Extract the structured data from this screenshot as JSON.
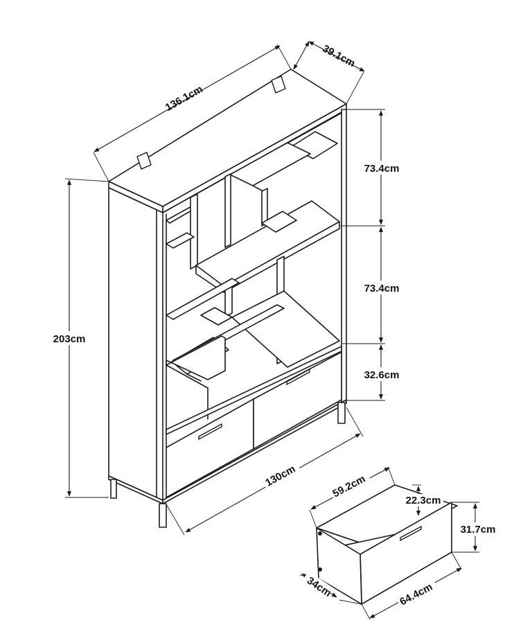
{
  "dimensions": {
    "width_top": "136.1cm",
    "depth_top": "39.1cm",
    "height_total": "203cm",
    "section_upper": "73.4cm",
    "section_middle": "73.4cm",
    "section_lower": "32.6cm",
    "width_base": "130cm",
    "drawer_inner_width": "59.2cm",
    "drawer_inner_height": "22.3cm",
    "drawer_front_height": "31.7cm",
    "drawer_depth": "34cm",
    "drawer_front_width": "64.4cm"
  }
}
